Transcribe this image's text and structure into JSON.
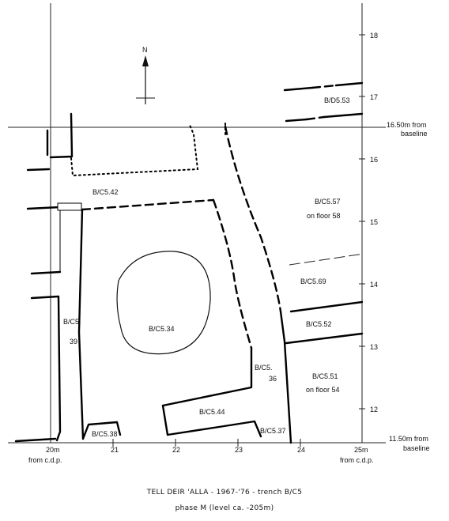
{
  "caption": {
    "line1": "TELL DEIR 'ALLA - 1967-'76 -  trench B/C5",
    "line2": "phase M  (level ca. -205m)"
  },
  "north_label": "N",
  "grid": {
    "x_ticks": [
      "20m",
      "21",
      "22",
      "23",
      "24",
      "25m"
    ],
    "x_origin_label_left": "from c.d.p.",
    "x_origin_label_right": "from c.d.p.",
    "y_ticks": [
      "18",
      "17",
      "16",
      "15",
      "14",
      "13",
      "12"
    ],
    "top_line_label_1": "16.50m from",
    "top_line_label_2": "baseline",
    "bottom_line_label_1": "11.50m from",
    "bottom_line_label_2": "baseline"
  },
  "loci": {
    "bd553": "B/D5.53",
    "bc542": "B/C5.42",
    "bc557": "B/C5.57",
    "bc557_note": "on floor 58",
    "bc569": "B/C5.69",
    "bc552": "B/C5.52",
    "bc551": "B/C5.51",
    "bc551_note": "on floor 54",
    "bc539_a": "B/C5.",
    "bc539_b": "39",
    "bc534": "B/C5.34",
    "bc536_a": "B/C5.",
    "bc536_b": "36",
    "bc544": "B/C5.44",
    "bc538": "B/C5.38",
    "bc537": "B/C5.37"
  }
}
